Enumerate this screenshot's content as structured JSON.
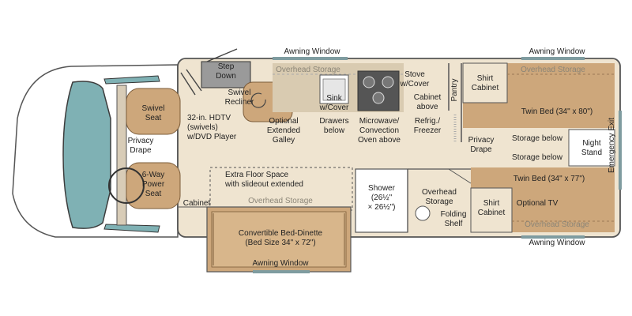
{
  "labels": {
    "step_down": "Step\nDown",
    "awning_window_top_left": "Awning Window",
    "awning_window_top_right": "Awning Window",
    "awning_window_bottom_right": "Awning Window",
    "awning_window_dinette": "Awning Window",
    "overhead_storage_galley": "Overhead Storage",
    "overhead_storage_rear_top": "Overhead Storage",
    "overhead_storage_mid": "Overhead Storage",
    "overhead_storage_rear_bottom": "Overhead Storage",
    "swivel_seat": "Swivel\nSeat",
    "privacy_drape_front": "Privacy\nDrape",
    "power_seat": "6-Way\nPower\nSeat",
    "hdtv": "32-in. HDTV\n(swivels)\nw/DVD Player",
    "swivel_recliner": "Swivel\nRecliner",
    "extended_galley": "Optional\nExtended\nGalley",
    "sink": "Sink\nw/Cover",
    "drawers": "Drawers\nbelow",
    "microwave": "Microwave/\nConvection\nOven above",
    "stove": "Stove\nw/Cover",
    "cabinet_above": "Cabinet\nabove",
    "refrig": "Refrig./\nFreezer",
    "pantry": "Pantry",
    "shirt_cabinet_top": "Shirt\nCabinet",
    "twin_bed_top": "Twin Bed (34\" x 80\")",
    "privacy_drape_rear": "Privacy\nDrape",
    "storage_below_1": "Storage below",
    "storage_below_2": "Storage below",
    "night_stand": "Night\nStand",
    "emergency_exit": "Emergency Exit",
    "twin_bed_bottom": "Twin Bed (34\" x 77\")",
    "shirt_cabinet_bottom": "Shirt\nCabinet",
    "optional_tv": "Optional TV",
    "extra_floor": "Extra Floor Space\nwith slideout extended",
    "cabinet_front": "Cabinet",
    "dinette": "Convertible Bed-Dinette\n(Bed Size 34\" x 72\")",
    "shower": "Shower\n(26½\"\n× 26½\")",
    "overhead_storage_bath": "Overhead\nStorage",
    "folding_shelf": "Folding\nShelf"
  },
  "colors": {
    "floor": "#efe4d0",
    "wood": "#cda77b",
    "wood_dark": "#b88c5c",
    "grey_box": "#9a9a9a",
    "glass": "#7fb1b4",
    "outline": "#3c3c3c"
  }
}
